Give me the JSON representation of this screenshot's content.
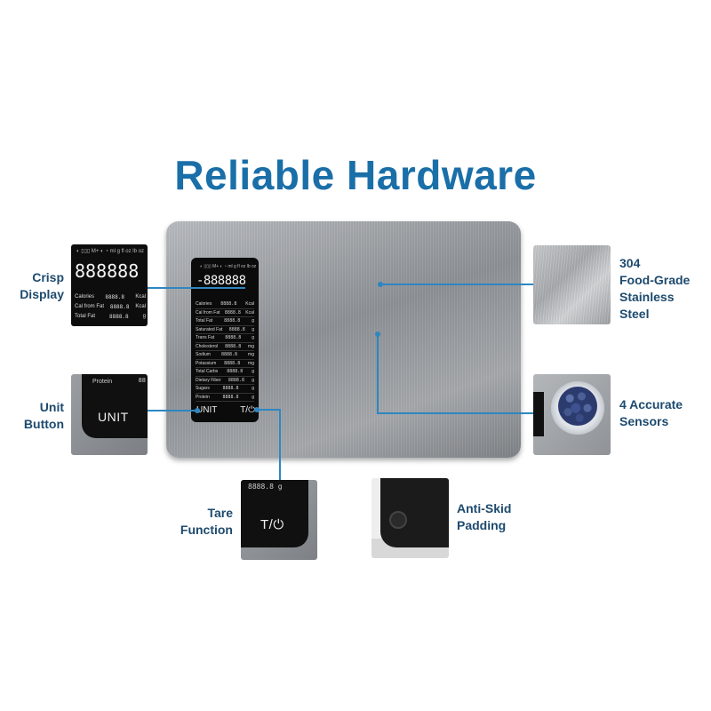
{
  "title": "Reliable Hardware",
  "callouts": {
    "display": [
      "Crisp",
      "Display"
    ],
    "unit": [
      "Unit",
      "Button"
    ],
    "tare": [
      "Tare",
      "Function"
    ],
    "steel": [
      "304",
      "Food-Grade",
      "Stainless",
      "Steel"
    ],
    "sensors": [
      "4 Accurate",
      "Sensors"
    ],
    "skid": [
      "Anti-Skid",
      "Padding"
    ]
  },
  "lcd": {
    "status": "◐ ▯▯▯ M+ ◐ ◔ ml g fl oz lb oz",
    "digits": "-888888",
    "rows": [
      {
        "label": "Calories",
        "value": "8888.8",
        "unit": "Kcal"
      },
      {
        "label": "Cal from Fat",
        "value": "8888.8",
        "unit": "Kcal"
      },
      {
        "label": "Total Fat",
        "value": "8888.8",
        "unit": "g"
      },
      {
        "label": "Saturated Fat",
        "value": "8888.8",
        "unit": "g"
      },
      {
        "label": "Trans Fat",
        "value": "8888.8",
        "unit": "g"
      },
      {
        "label": "Cholesterol",
        "value": "8888.8",
        "unit": "mg"
      },
      {
        "label": "Sodium",
        "value": "8888.8",
        "unit": "mg"
      },
      {
        "label": "Potassium",
        "value": "8888.8",
        "unit": "mg"
      },
      {
        "label": "Total Carbs",
        "value": "8888.8",
        "unit": "g"
      },
      {
        "label": "Dietary Fiber",
        "value": "8888.8",
        "unit": "g"
      },
      {
        "label": "Sugars",
        "value": "8888.8",
        "unit": "g"
      },
      {
        "label": "Protein",
        "value": "8888.8",
        "unit": "g"
      }
    ],
    "unit_button": "UNIT",
    "tare_button": "T/⏻"
  },
  "thumb_display": {
    "status": "◐ ▯▯▯ M+ ◐ ◔ ml g fl oz lb oz",
    "digits": "888888",
    "rows": [
      {
        "label": "Calories",
        "value": "8888.8",
        "unit": "Kcal"
      },
      {
        "label": "Cal from Fat",
        "value": "8888.8",
        "unit": "Kcal"
      },
      {
        "label": "Total Fat",
        "value": "8888.8",
        "unit": "g"
      }
    ]
  },
  "thumb_unit": {
    "small_label": "Protein",
    "small_value": "88",
    "button": "UNIT"
  },
  "thumb_tare": {
    "small": "8888.8 g",
    "button": "T/⏻"
  },
  "colors": {
    "accent": "#1a6fa8",
    "callout_text": "#1d4a6e",
    "line": "#2e86c1"
  }
}
